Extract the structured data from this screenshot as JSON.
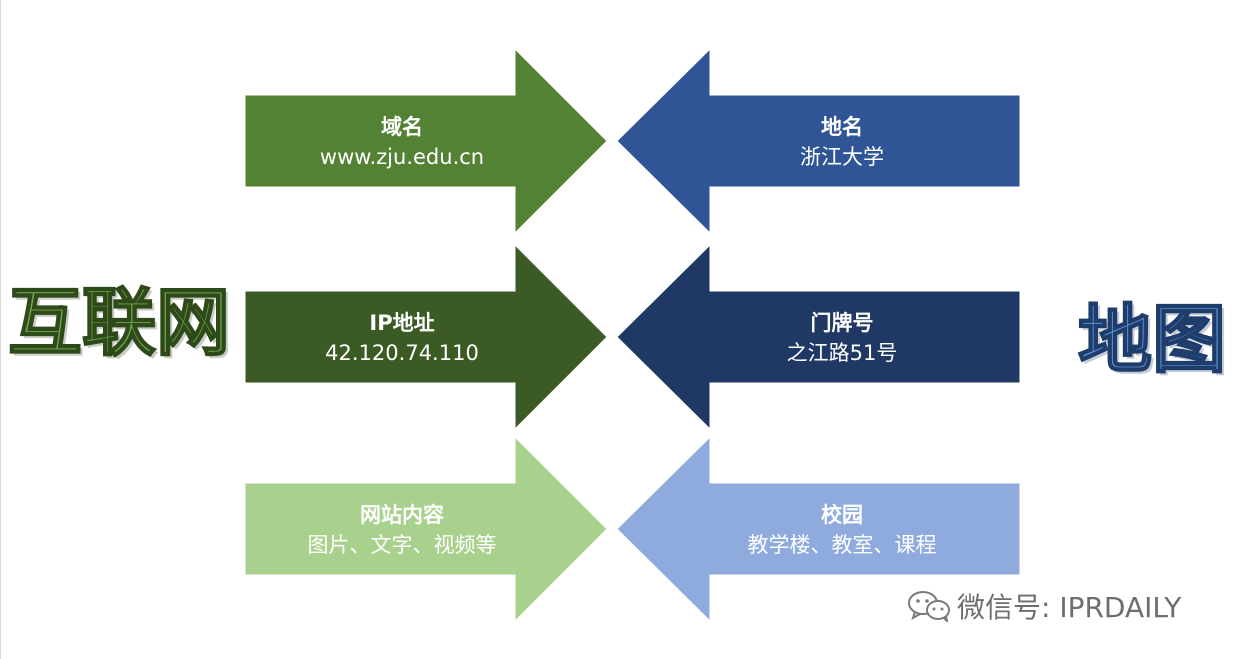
{
  "left_title": "互联网",
  "right_title": "地图",
  "watermark": {
    "text": "微信号: IPRDAILY",
    "icon": "wechat-icon"
  },
  "colors": {
    "green_dark": "#3b5a24",
    "green_mid": "#548235",
    "green_light": "#a9d18e",
    "blue_dark": "#203864",
    "blue_mid": "#2f5597",
    "blue_light": "#8faadc",
    "left_title": "#70a84a",
    "right_title": "#5b8fd6"
  },
  "rows": [
    {
      "left": {
        "title": "域名",
        "text": "www.zju.edu.cn",
        "color": "#548235"
      },
      "right": {
        "title": "地名",
        "text": "浙江大学",
        "color": "#2f5597"
      }
    },
    {
      "left": {
        "title": "IP地址",
        "text": "42.120.74.110",
        "color": "#3b5a24"
      },
      "right": {
        "title": "门牌号",
        "text": "之江路51号",
        "color": "#203864"
      }
    },
    {
      "left": {
        "title": "网站内容",
        "text": "图片、文字、视频等",
        "color": "#a9d18e"
      },
      "right": {
        "title": "校园",
        "text": "教学楼、教室、课程",
        "color": "#8faadc"
      }
    }
  ]
}
